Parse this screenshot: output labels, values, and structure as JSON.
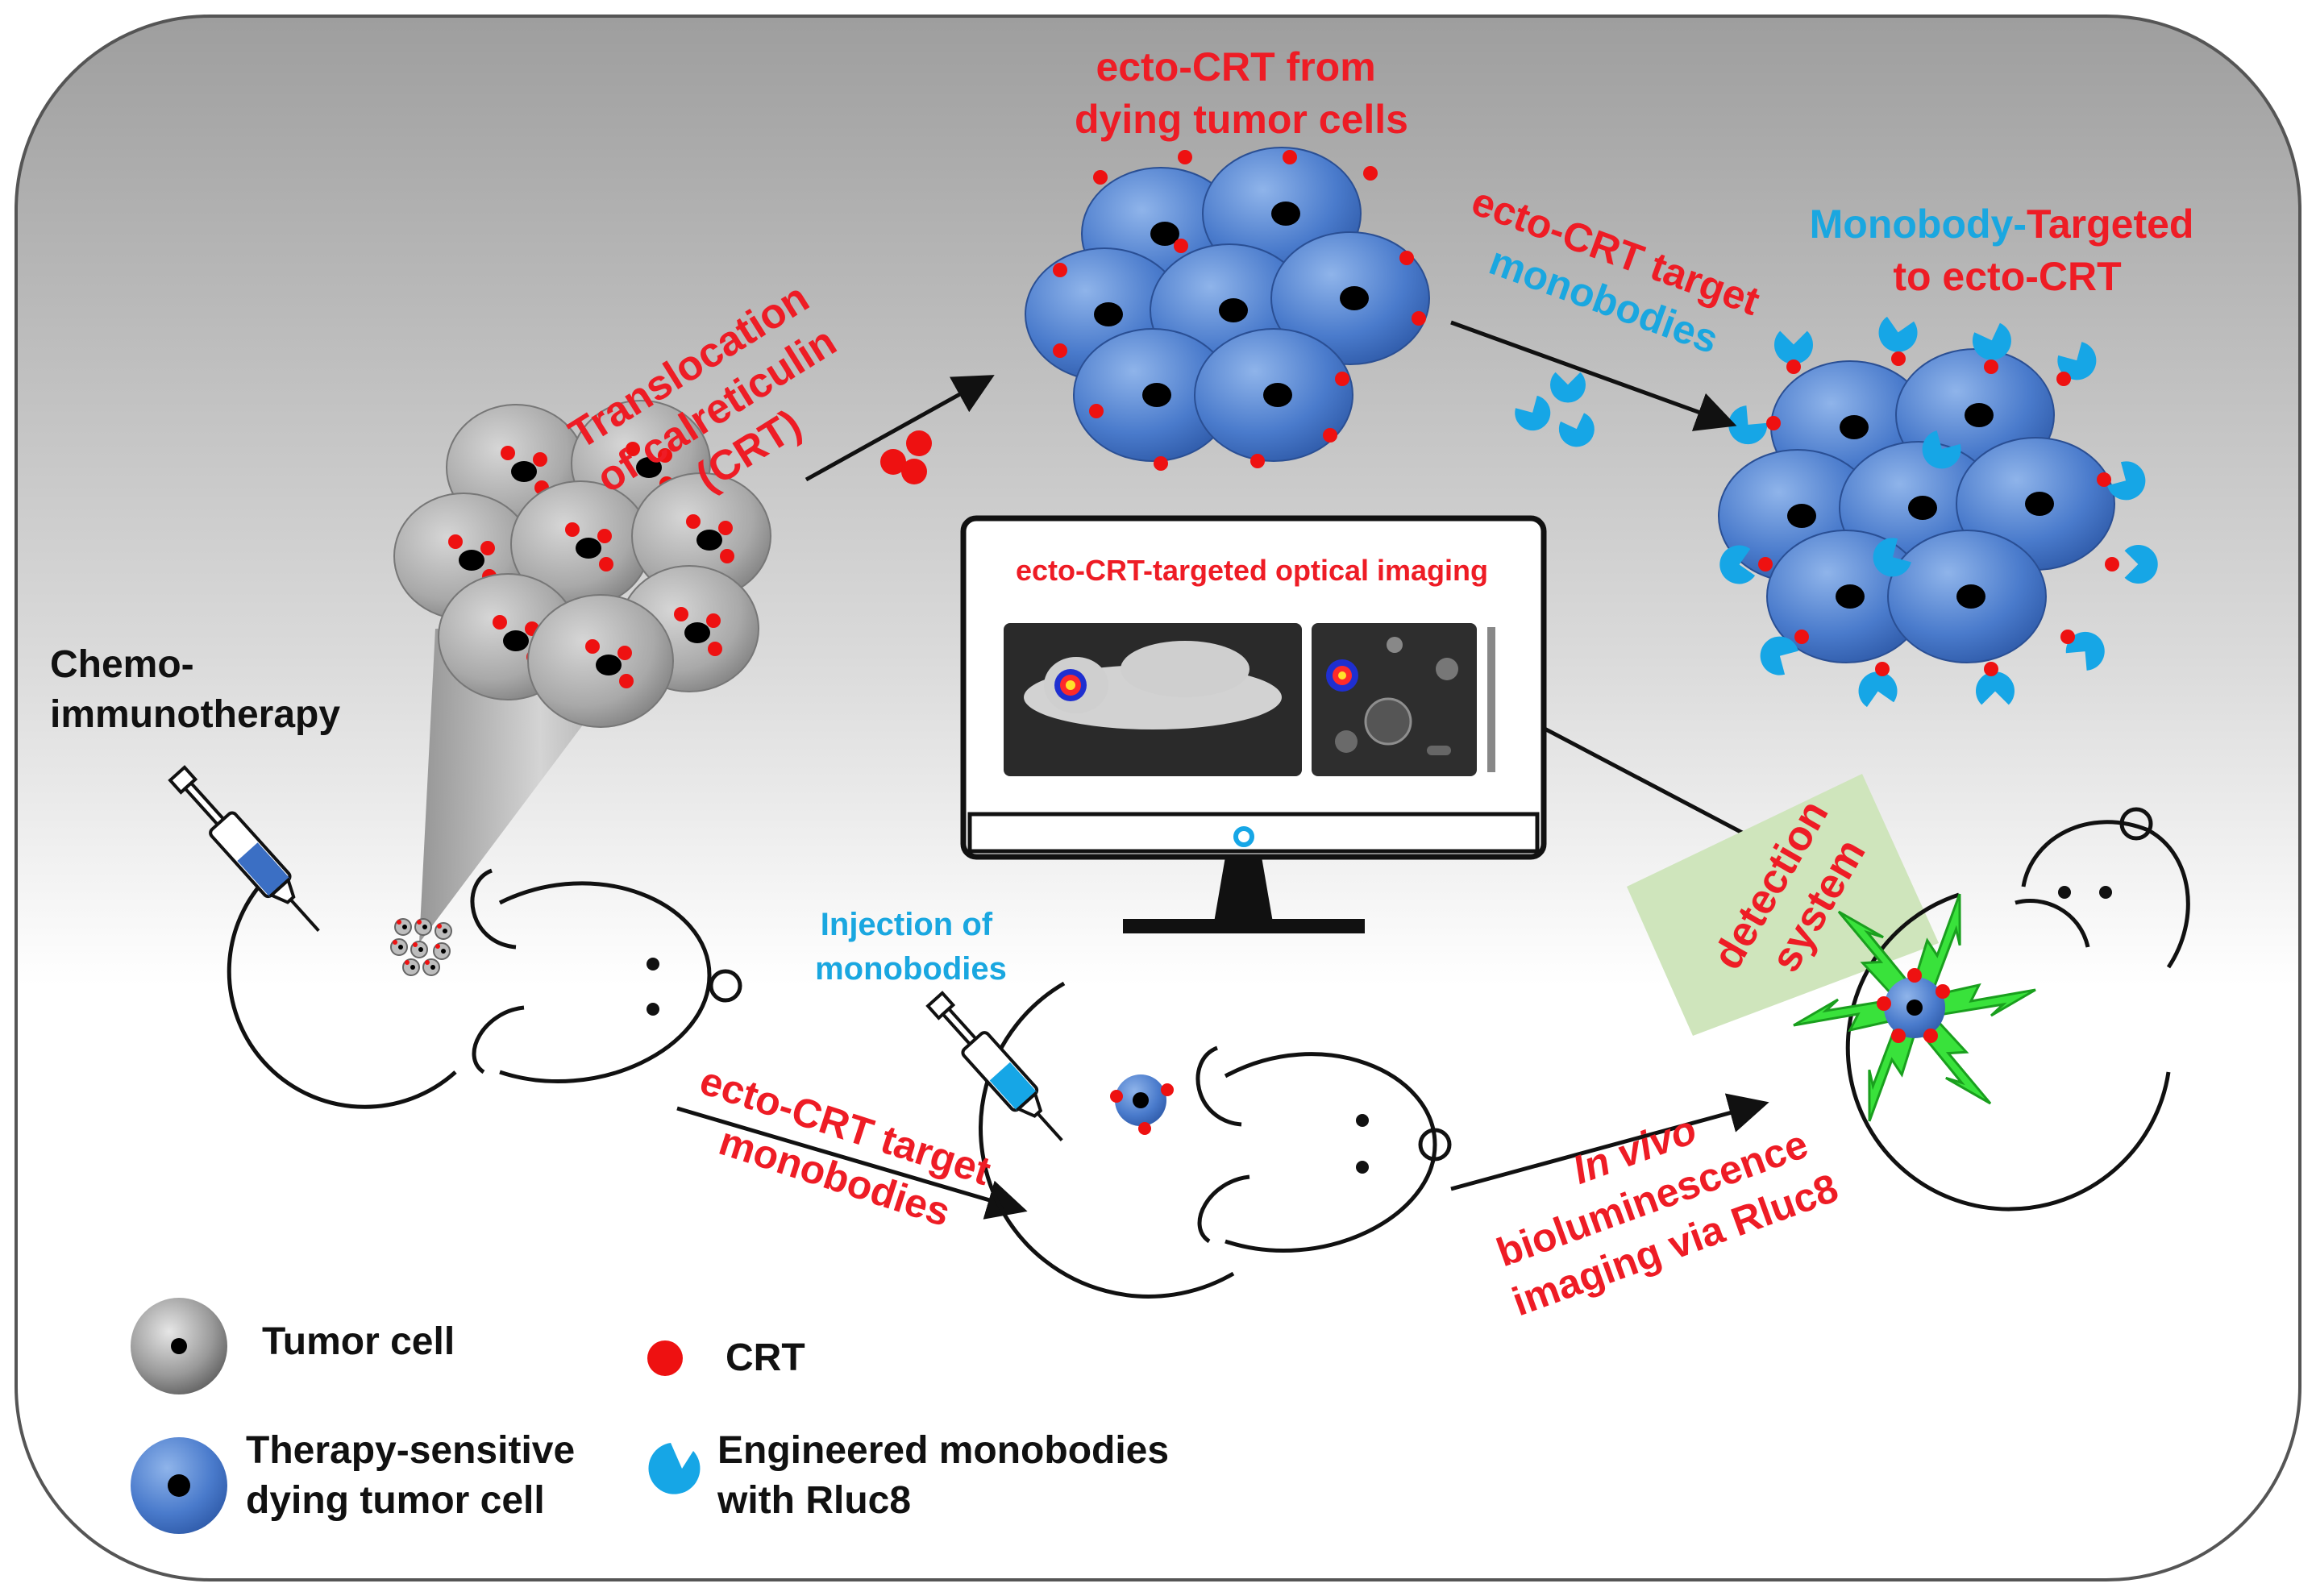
{
  "colors": {
    "red_text": "#ee1c25",
    "blue_text": "#1aa7e0",
    "crt_dot": "#ee1111",
    "monobody": "#16a6e6",
    "tumor_cell": "#8a8a8a",
    "dying_cell": "#3f73c4",
    "detection_box": "#cfe5bc",
    "burst": "#39e23b"
  },
  "labels": {
    "translocation": [
      "Translocation",
      "of calreticulin",
      "(CRT)"
    ],
    "ecto_crt_from": [
      "ecto-CRT from",
      "dying tumor cells"
    ],
    "ecto_crt_target_top": [
      "ecto-CRT target",
      "monobodies"
    ],
    "monobody_targeted": {
      "part1": "Monobody-",
      "part2": "Targeted",
      "line2": "to ecto-CRT"
    },
    "chemo": [
      "Chemo-",
      "immunotherapy"
    ],
    "monitor_title": "ecto-CRT-targeted optical imaging",
    "injection": [
      "Injection of",
      "monobodies"
    ],
    "ecto_crt_target_bottom": [
      "ecto-CRT target",
      "monobodies"
    ],
    "in_vivo": {
      "italic": "In vivo",
      "line2": "bioluminescence",
      "line3": "imaging via Rluc8"
    },
    "detection": [
      "detection",
      "system"
    ]
  },
  "legend": {
    "tumor_cell": "Tumor cell",
    "crt": "CRT",
    "dying_cell": [
      "Therapy-sensitive",
      "dying tumor cell"
    ],
    "monobody": [
      "Engineered monobodies",
      "with Rluc8"
    ]
  }
}
